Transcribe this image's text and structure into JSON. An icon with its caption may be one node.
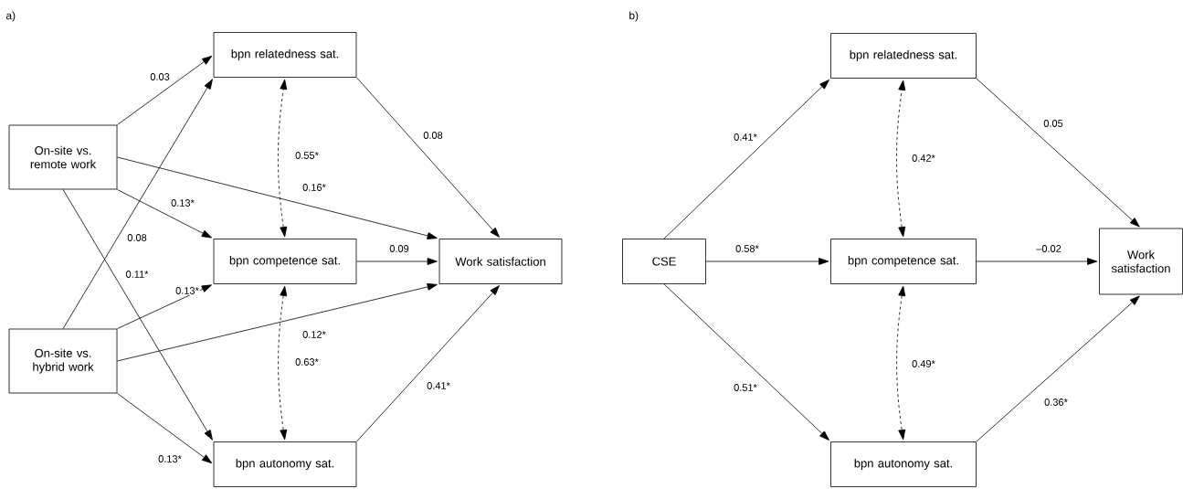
{
  "diagram": {
    "nodes": [
      {
        "text": [
          "On-site vs. remote work"
        ]
      },
      {
        "text": [
          "On-site vs. hybrid work"
        ]
      },
      {
        "text": [
          "bpn relatedness sat."
        ]
      },
      {
        "text": [
          "bpn competence sat."
        ]
      },
      {
        "text": [
          "Work satisfaction"
        ]
      },
      {
        "text": [
          "bpn autonomy sat."
        ]
      },
      {
        "text": [
          "CSE"
        ]
      },
      {
        "text": [
          "bpn relatedness sat."
        ]
      },
      {
        "text": [
          "bpn competence sat."
        ]
      },
      {
        "text": [
          "bpn autonomy sat."
        ]
      },
      {
        "text": [
          "Work satisfaction"
        ]
      }
    ],
    "edges": [
      {
        "from": 0,
        "to": 2,
        "arrow": "to",
        "label": "0.03"
      },
      {
        "from": 1,
        "to": 2,
        "arrow": "to",
        "label": "0.08"
      },
      {
        "from": 0,
        "to": 3,
        "arrow": "to",
        "label": "0.13*"
      },
      {
        "from": 0,
        "to": 4,
        "arrow": "to",
        "label": "0.16*"
      },
      {
        "from": 0,
        "to": 5,
        "arrow": "to",
        "label": "0.11*"
      },
      {
        "from": 1,
        "to": 3,
        "arrow": "to",
        "label": "0.13*"
      },
      {
        "from": 1,
        "to": 4,
        "arrow": "to",
        "label": "0.12*"
      },
      {
        "from": 1,
        "to": 5,
        "arrow": "to",
        "label": "0.13*"
      },
      {
        "from": 2,
        "to": 4,
        "arrow": "to",
        "label": "0.08"
      },
      {
        "from": 3,
        "to": 4,
        "arrow": "to",
        "label": "0.09"
      },
      {
        "from": 5,
        "to": 4,
        "arrow": "to",
        "label": "0.41*"
      },
      {
        "from": 3,
        "to": 2,
        "arrow": "both",
        "label": "0.55*",
        "style": "dashed"
      },
      {
        "from": 3,
        "to": 5,
        "arrow": "both",
        "label": "0.63*",
        "style": "dashed"
      },
      {
        "from": 6,
        "to": 7,
        "arrow": "to",
        "label": "0.41*"
      },
      {
        "from": 6,
        "to": 8,
        "arrow": "to",
        "label": "0.58*"
      },
      {
        "from": 6,
        "to": 9,
        "arrow": "to",
        "label": "0.51*"
      },
      {
        "from": 7,
        "to": 10,
        "arrow": "to",
        "label": "0.05"
      },
      {
        "from": 8,
        "to": 10,
        "arrow": "to",
        "label": "–0.02"
      },
      {
        "from": 9,
        "to": 10,
        "arrow": "to",
        "label": "0.36*"
      },
      {
        "from": 8,
        "to": 7,
        "arrow": "both",
        "label": "0.42*",
        "style": "dashed"
      },
      {
        "from": 8,
        "to": 9,
        "arrow": "both",
        "label": "0.49*",
        "style": "dashed"
      }
    ],
    "labels": [
      "a)",
      "b)"
    ]
  }
}
